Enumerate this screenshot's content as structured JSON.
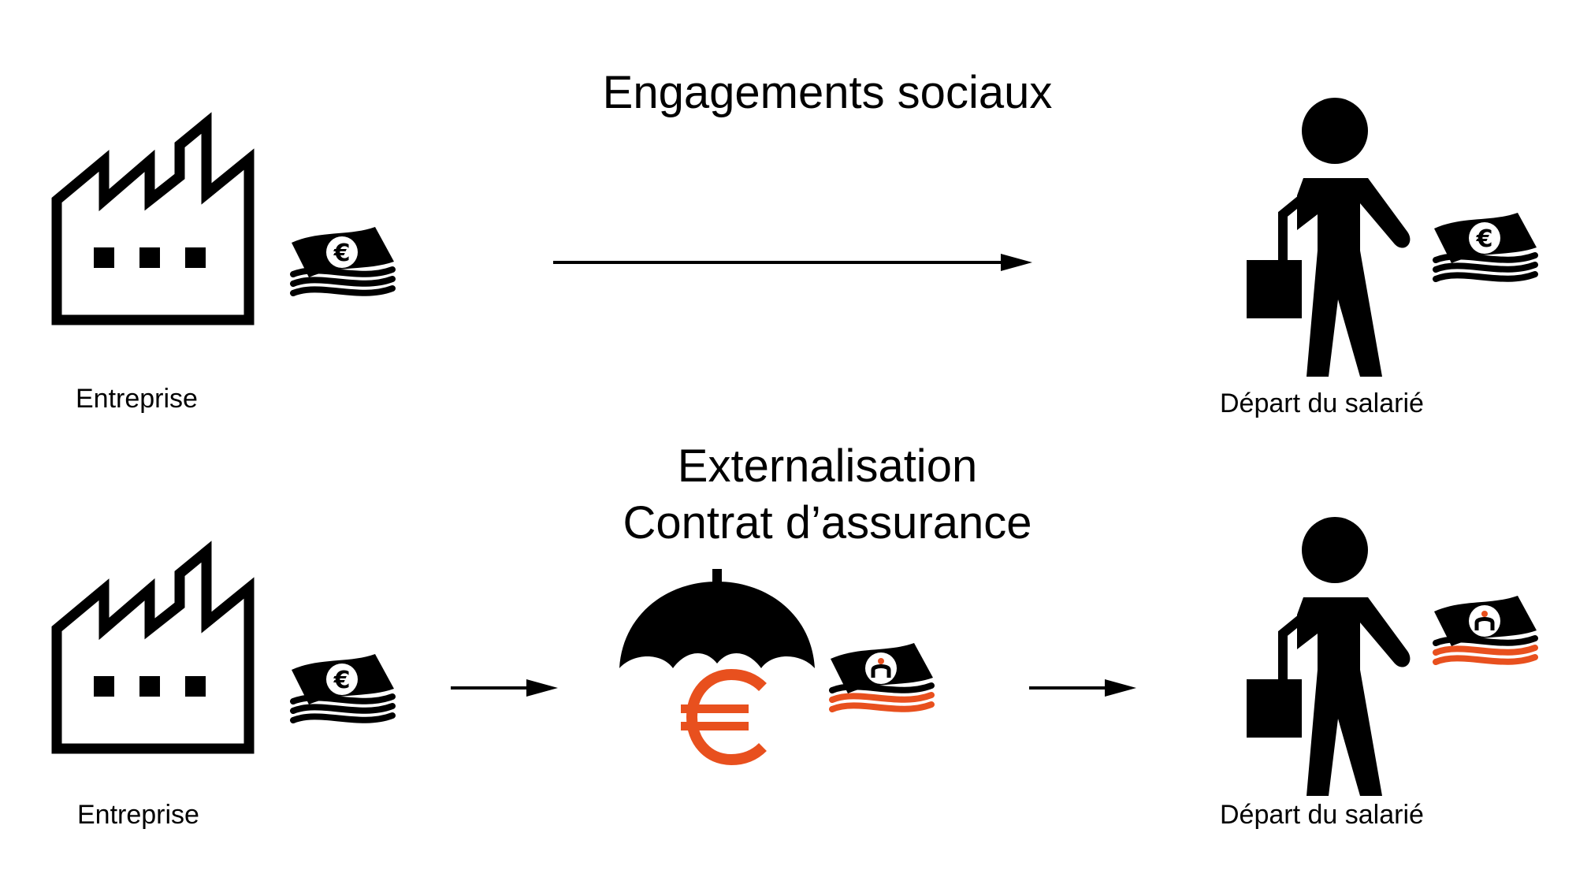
{
  "top_row": {
    "title": "Engagements sociaux",
    "source_label": "Entreprise",
    "target_label": "Départ du salarié"
  },
  "bottom_row": {
    "title_line1": "Externalisation",
    "title_line2": "Contrat d’assurance",
    "source_label": "Entreprise",
    "target_label": "Départ du salarié"
  },
  "icons": {
    "factory": "factory-icon",
    "money": "money-stack-icon",
    "person": "employee-with-briefcase-icon",
    "umbrella": "umbrella-icon",
    "euro": "euro-icon"
  },
  "colors": {
    "ink": "#000000",
    "accent": "#e8501e",
    "background": "#ffffff"
  }
}
